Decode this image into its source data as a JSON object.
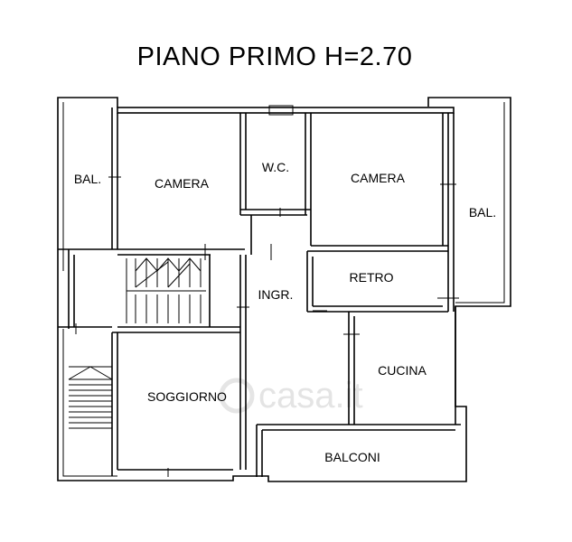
{
  "title": "PIANO PRIMO H=2.70",
  "rooms": {
    "bal_left": "BAL.",
    "camera_1": "CAMERA",
    "wc": "W.C.",
    "camera_2": "CAMERA",
    "bal_right": "BAL.",
    "retro": "RETRO",
    "ingr": "INGR.",
    "cucina": "CUCINA",
    "soggiorno": "SOGGIORNO",
    "balconi": "BALCONI"
  },
  "watermark": "casa.it"
}
